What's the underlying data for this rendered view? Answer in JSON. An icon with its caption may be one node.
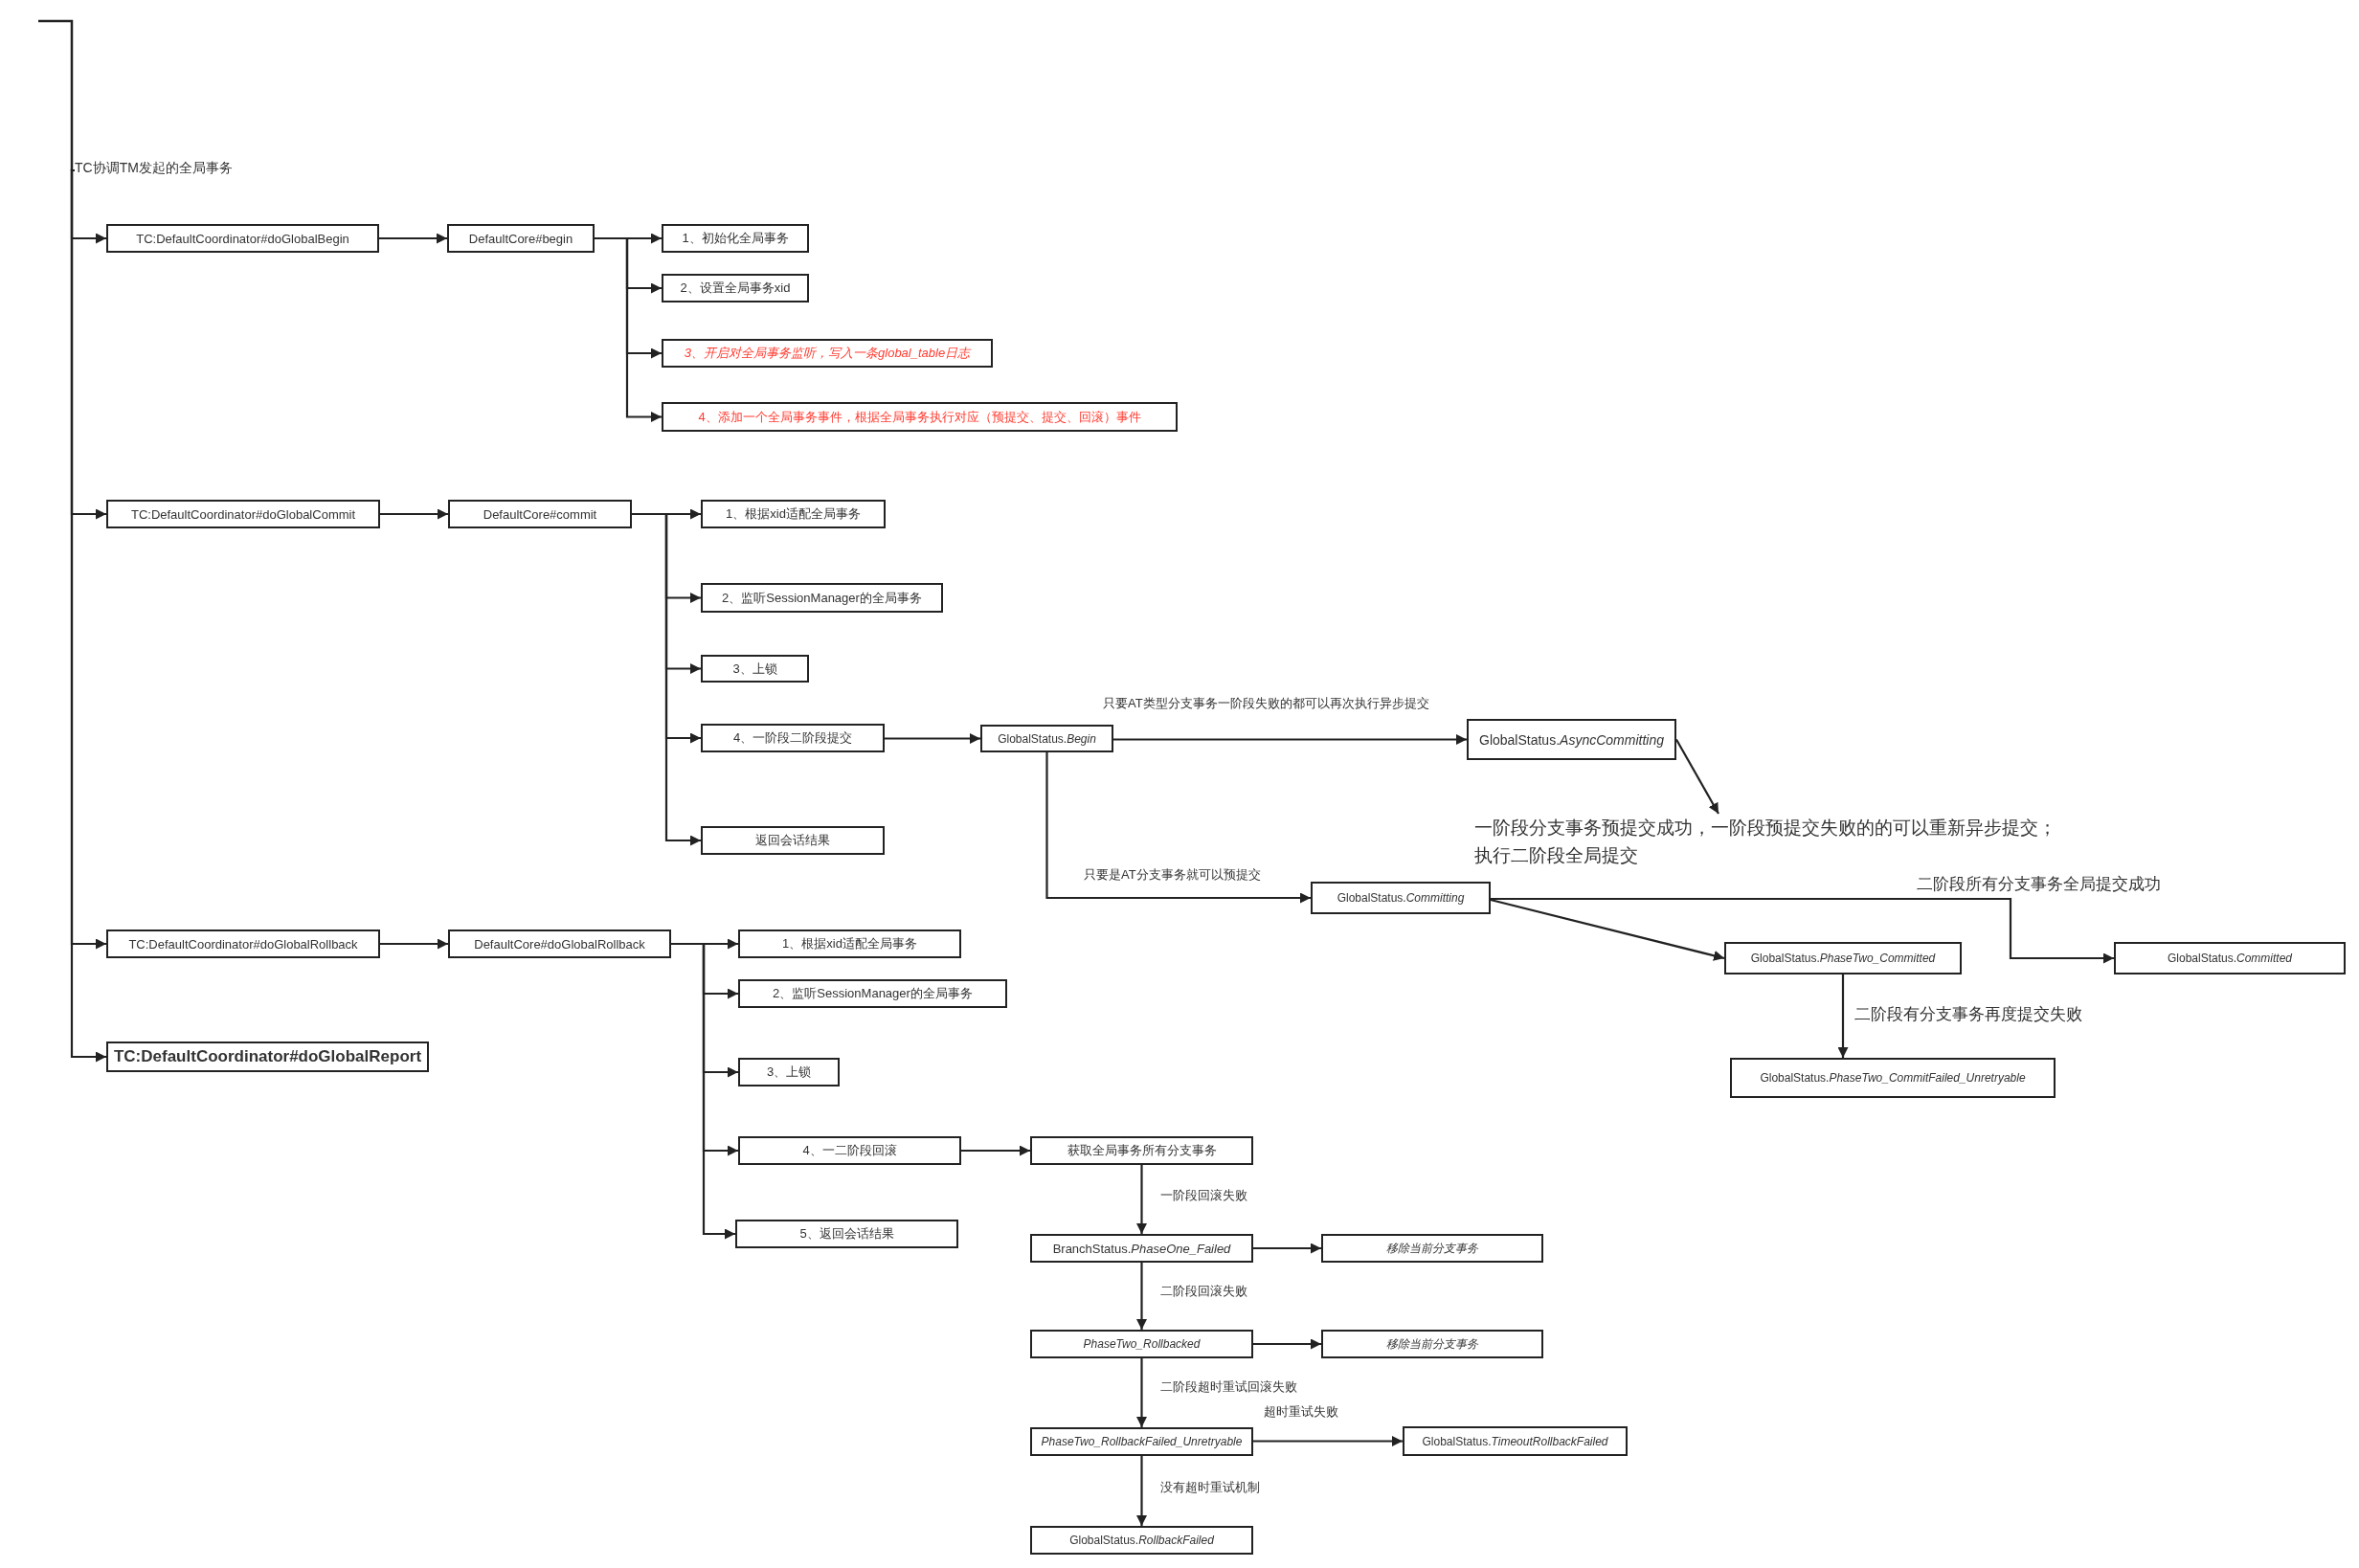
{
  "diagram": {
    "nodes": [
      {
        "text": [
          "TC协调TM发起的全局事务"
        ]
      },
      {
        "text": [
          "TC:DefaultCoordinator#doGlobalBegin"
        ]
      },
      {
        "text": [
          "DefaultCore#begin"
        ]
      },
      {
        "text": [
          "1、初始化全局事务"
        ]
      },
      {
        "text": [
          "2、设置全局事务xid"
        ]
      },
      {
        "text": [
          "3、开启对全局事务监听，写入一条global_table日志"
        ]
      },
      {
        "text": [
          "4、添加一个全局事务事件，根据全局事务执行对应（预提交、提交、回滚）事件"
        ]
      },
      {
        "text": [
          "TC:DefaultCoordinator#doGlobalCommit"
        ]
      },
      {
        "text": [
          "DefaultCore#commit"
        ]
      },
      {
        "text": [
          "1、根据xid适配全局事务"
        ]
      },
      {
        "text": [
          "2、监听SessionManager的全局事务"
        ]
      },
      {
        "text": [
          "3、上锁"
        ]
      },
      {
        "text": [
          "4、一阶段二阶段提交"
        ]
      },
      {
        "text": [
          "返回会话结果"
        ]
      },
      {
        "text": [
          "GlobalStatus.*Begin*"
        ]
      },
      {
        "text": [
          "GlobalStatus.*AsyncCommitting*"
        ]
      },
      {
        "text": [
          "一阶段分支事务预提交成功，一阶段预提交失败的的可以重新异步提交；",
          "执行二阶段全局提交"
        ]
      },
      {
        "text": [
          "GlobalStatus.*Committing*"
        ]
      },
      {
        "text": [
          "GlobalStatus.*PhaseTwo_Committed*"
        ]
      },
      {
        "text": [
          "GlobalStatus.*Committed*"
        ]
      },
      {
        "text": [
          "GlobalStatus.*PhaseTwo_CommitFailed_Unretryable*"
        ]
      },
      {
        "text": [
          "TC:DefaultCoordinator#doGlobalRollback"
        ]
      },
      {
        "text": [
          "DefaultCore#doGlobalRollback"
        ]
      },
      {
        "text": [
          "1、根据xid适配全局事务"
        ]
      },
      {
        "text": [
          "2、监听SessionManager的全局事务"
        ]
      },
      {
        "text": [
          "3、上锁"
        ]
      },
      {
        "text": [
          "4、一二阶段回滚"
        ]
      },
      {
        "text": [
          "5、返回会话结果"
        ]
      },
      {
        "text": [
          "TC:DefaultCoordinator#doGlobalReport"
        ]
      },
      {
        "text": [
          "获取全局事务所有分支事务"
        ]
      },
      {
        "text": [
          "BranchStatus.*PhaseOne_Failed*"
        ]
      },
      {
        "text": [
          "移除当前分支事务"
        ]
      },
      {
        "text": [
          "PhaseTwo_Rollbacked"
        ]
      },
      {
        "text": [
          "移除当前分支事务"
        ]
      },
      {
        "text": [
          "PhaseTwo_RollbackFailed_Unretryable"
        ]
      },
      {
        "text": [
          "GlobalStatus.*TimeoutRollbackFailed*"
        ]
      },
      {
        "text": [
          "GlobalStatus.*RollbackFailed*"
        ]
      }
    ],
    "edges": [
      {
        "from": 0,
        "to": 1,
        "arrow": "to"
      },
      {
        "from": 0,
        "to": 7,
        "arrow": "to"
      },
      {
        "from": 0,
        "to": 21,
        "arrow": "to"
      },
      {
        "from": 0,
        "to": 28,
        "arrow": "to"
      },
      {
        "from": 1,
        "to": 2,
        "arrow": "to"
      },
      {
        "from": 2,
        "to": 3,
        "arrow": "to"
      },
      {
        "from": 2,
        "to": 4,
        "arrow": "to"
      },
      {
        "from": 2,
        "to": 5,
        "arrow": "to"
      },
      {
        "from": 2,
        "to": 6,
        "arrow": "to"
      },
      {
        "from": 7,
        "to": 8,
        "arrow": "to"
      },
      {
        "from": 8,
        "to": 9,
        "arrow": "to"
      },
      {
        "from": 8,
        "to": 10,
        "arrow": "to"
      },
      {
        "from": 8,
        "to": 11,
        "arrow": "to"
      },
      {
        "from": 8,
        "to": 12,
        "arrow": "to"
      },
      {
        "from": 8,
        "to": 13,
        "arrow": "to"
      },
      {
        "from": 12,
        "to": 14,
        "arrow": "to"
      },
      {
        "from": 14,
        "to": 15,
        "arrow": "to",
        "label": "只要AT类型分支事务一阶段失败的都可以再次执行异步提交"
      },
      {
        "from": 14,
        "to": 17,
        "arrow": "to",
        "label": "只要是AT分支事务就可以预提交"
      },
      {
        "from": 15,
        "to": 16,
        "arrow": "to"
      },
      {
        "from": 17,
        "to": 18,
        "arrow": "to"
      },
      {
        "from": 17,
        "to": 19,
        "arrow": "to",
        "label": "二阶段所有分支事务全局提交成功"
      },
      {
        "from": 18,
        "to": 20,
        "arrow": "to",
        "label": "二阶段有分支事务再度提交失败"
      },
      {
        "from": 21,
        "to": 22,
        "arrow": "to"
      },
      {
        "from": 22,
        "to": 23,
        "arrow": "to"
      },
      {
        "from": 22,
        "to": 24,
        "arrow": "to"
      },
      {
        "from": 22,
        "to": 25,
        "arrow": "to"
      },
      {
        "from": 22,
        "to": 26,
        "arrow": "to"
      },
      {
        "from": 22,
        "to": 27,
        "arrow": "to"
      },
      {
        "from": 26,
        "to": 29,
        "arrow": "to"
      },
      {
        "from": 29,
        "to": 30,
        "arrow": "to",
        "label": "一阶段回滚失败"
      },
      {
        "from": 30,
        "to": 31,
        "arrow": "to"
      },
      {
        "from": 30,
        "to": 32,
        "arrow": "to",
        "label": "二阶段回滚失败"
      },
      {
        "from": 32,
        "to": 33,
        "arrow": "to"
      },
      {
        "from": 32,
        "to": 34,
        "arrow": "to",
        "label": "二阶段超时重试回滚失败"
      },
      {
        "from": 34,
        "to": 35,
        "arrow": "to",
        "label": "超时重试失败"
      },
      {
        "from": 34,
        "to": 36,
        "arrow": "to",
        "label": "没有超时重试机制"
      }
    ]
  }
}
